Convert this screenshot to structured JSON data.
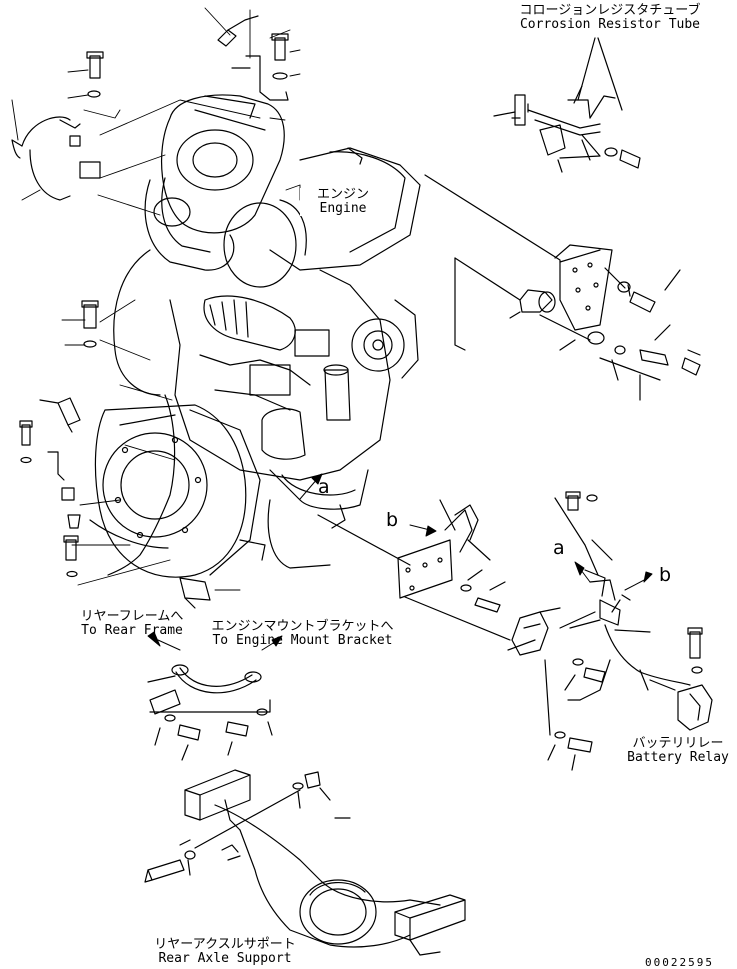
{
  "labels": {
    "corrosion_tube_jp": "コロージョンレジスタチューブ",
    "corrosion_tube_en": "Corrosion Resistor Tube",
    "engine_jp": "エンジン",
    "engine_en": "Engine",
    "rear_frame_jp": "リヤーフレームへ",
    "rear_frame_en": "To Rear Frame",
    "mount_bracket_jp": "エンジンマウントブラケットへ",
    "mount_bracket_en": "To Engine Mount Bracket",
    "battery_relay_jp": "バッテリリレー",
    "battery_relay_en": "Battery Relay",
    "rear_axle_jp": "リヤーアクスルサポート",
    "rear_axle_en": "Rear Axle Support"
  },
  "view_markers": {
    "a_left": "a",
    "b_left": "b",
    "a_right": "a",
    "b_right": "b"
  },
  "document_number": "00022595"
}
